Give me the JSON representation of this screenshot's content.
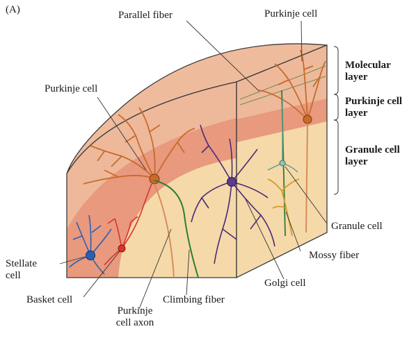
{
  "panel_label": "(A)",
  "labels": {
    "parallel_fiber": "Parallel fiber",
    "purkinje_cell_top": "Purkinje cell",
    "purkinje_cell_left": "Purkinje cell",
    "stellate_cell": [
      "Stellate",
      "cell"
    ],
    "basket_cell": "Basket cell",
    "purkinje_cell_axon": [
      "Purkinje",
      "cell axon"
    ],
    "climbing_fiber": "Climbing fiber",
    "golgi_cell": "Golgi cell",
    "mossy_fiber": "Mossy fiber",
    "granule_cell": "Granule cell"
  },
  "layers": {
    "molecular": [
      "Molecular",
      "layer"
    ],
    "purkinje": [
      "Purkinje cell",
      "layer"
    ],
    "granule": [
      "Granule cell",
      "layer"
    ]
  },
  "colors": {
    "molecular_layer": "#eeb99a",
    "purkinje_band": "#e8997e",
    "granule_layer": "#f5d9a9",
    "outline": "#3a3a3a",
    "purkinje_cell": "#c96a2b",
    "basket_cell": "#d9342b",
    "stellate_cell": "#2d5fb0",
    "golgi_cell": "#4a2a7a",
    "climbing_fiber": "#2e7d32",
    "mossy_fiber": "#d89a2a",
    "granule_cell": "#5a9a8a",
    "purkinje_axon": "#d98b5a"
  }
}
